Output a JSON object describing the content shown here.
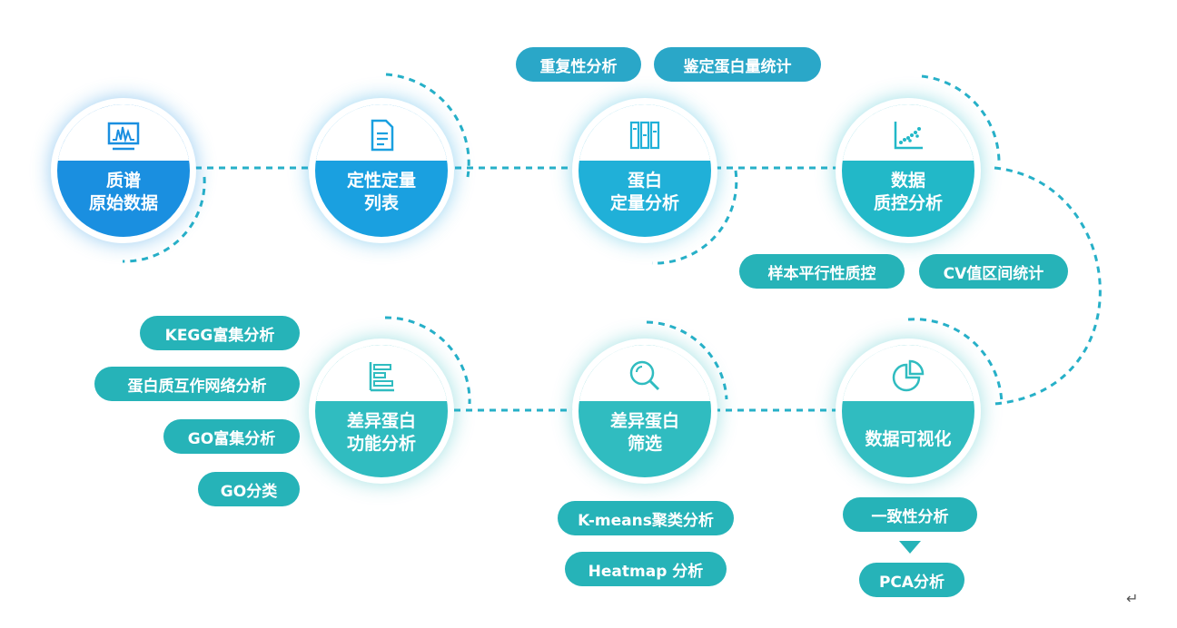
{
  "colors": {
    "node_blue": "#1a8fe0",
    "node_teal": "#22b8c8",
    "pill": "#26b3b8",
    "dash": "#27b0c8"
  },
  "nodes": {
    "raw_data": {
      "line1": "质谱",
      "line2": "原始数据",
      "icon": "spectrum-monitor-icon"
    },
    "quant_list": {
      "line1": "定性定量",
      "line2": "列表",
      "icon": "document-icon"
    },
    "protein_quant": {
      "line1": "蛋白",
      "line2": "定量分析",
      "icon": "columns-icon"
    },
    "data_qc": {
      "line1": "数据",
      "line2": "质控分析",
      "icon": "scatter-chart-icon"
    },
    "visualization": {
      "line1": "数据可视化",
      "icon": "pie-chart-icon"
    },
    "diff_screen": {
      "line1": "差异蛋白",
      "line2": "筛选",
      "icon": "magnifier-icon"
    },
    "diff_function": {
      "line1": "差异蛋白",
      "line2": "功能分析",
      "icon": "bar-list-icon"
    }
  },
  "pills": {
    "repeatability": "重复性分析",
    "protein_stats": "鉴定蛋白量统计",
    "sample_qc": "样本平行性质控",
    "cv_stats": "CV值区间统计",
    "consistency": "一致性分析",
    "pca": "PCA分析",
    "kmeans": "K-means聚类分析",
    "heatmap": "Heatmap 分析",
    "kegg": "KEGG富集分析",
    "ppi": "蛋白质互作网络分析",
    "go_enrich": "GO富集分析",
    "go_class": "GO分类"
  },
  "return_mark": "↵"
}
